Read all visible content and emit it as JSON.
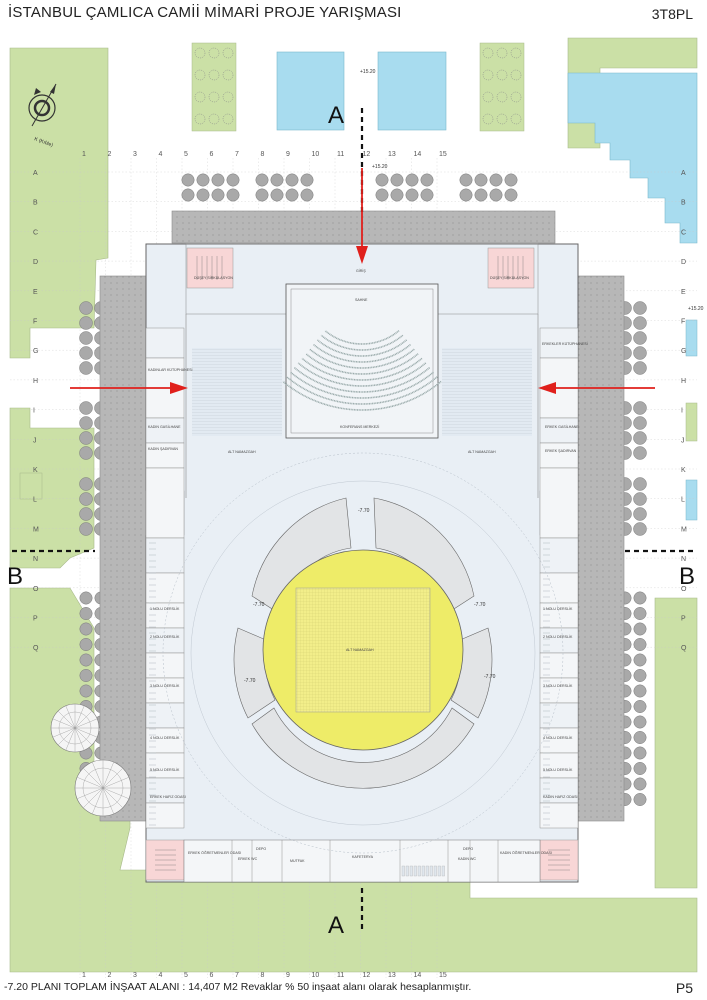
{
  "header": {
    "title": "İSTANBUL ÇAMLICA  CAMİİ MİMARİ PROJE YARIŞMASI",
    "code": "3T8PL"
  },
  "footer": {
    "note": "-7.20 PLANI TOPLAM İNŞAAT ALANI : 14,407 M2  Revaklar % 50 inşaat alanı olarak hesaplanmıştır.",
    "page": "P5"
  },
  "compass": {
    "label": "K (Kıble)"
  },
  "grid": {
    "columns": [
      "1",
      "2",
      "3",
      "4",
      "5",
      "6",
      "7",
      "8",
      "9",
      "10",
      "11",
      "12",
      "13",
      "14",
      "15"
    ],
    "rows": [
      "A",
      "B",
      "C",
      "D",
      "E",
      "F",
      "G",
      "H",
      "I",
      "J",
      "K",
      "L",
      "M",
      "N",
      "O",
      "P",
      "Q"
    ]
  },
  "sections": {
    "a": "A",
    "b": "B"
  },
  "elevations": {
    "top1": "+15.20",
    "top2": "+15.20",
    "right": "+15.20",
    "dome_top": "-7.70",
    "dome_left": "-7.70",
    "dome_right": "-7.70",
    "dome_bl": "-7.70",
    "dome_br": "-7.70"
  },
  "rooms": {
    "giris": "GİRİŞ",
    "sahne": "SAHNE",
    "konferans": "KONFERANS MERKEZİ",
    "alt_namazgah_l": "ALT NAMAZGAH",
    "alt_namazgah_r": "ALT NAMAZGAH",
    "alt_namazgah_c": "ALT NAMAZGAH",
    "dosey_l": "DÜŞEY SİRKÜLASYON",
    "dosey_r": "DÜŞEY SİRKÜLASYON",
    "kadin_kutup": "KADINLAR KÜTÜPHANESİ",
    "erkek_kutup": "ERKEKLER KÜTÜPHANESİ",
    "kadin_gasil": "KADIN GASİLHANE",
    "erkek_gasil": "ERKEK GASİLHANE",
    "kadin_sadirvan": "KADIN ŞADIRVAN",
    "erkek_sadirvan": "ERKEK ŞADIRVAN",
    "derslik_1l": "1 NOLU DERSLİK",
    "derslik_1r": "1 NOLU DERSLİK",
    "derslik_2l": "2 NOLU DERSLİK",
    "derslik_2r": "2 NOLU DERSLİK",
    "derslik_3l": "3 NOLU DERSLİK",
    "derslik_3r": "3 NOLU DERSLİK",
    "derslik_4l": "4 NOLU DERSLİK",
    "derslik_4r": "4 NOLU DERSLİK",
    "derslik_5l": "5 NOLU DERSLİK",
    "derslik_5r": "5 NOLU DERSLİK",
    "kadin_hafiz": "KADIN HAFIZ ODASI",
    "erkek_hafiz": "ERKEK HAFIZ ODASI",
    "erkek_ogretmen": "ERKEK ÖĞRETMENLER ODASI",
    "kadin_ogretmen": "KADIN ÖĞRETMENLER ODASI",
    "depo_l": "DEPO",
    "depo_r": "DEPO",
    "erkek_wc": "ERKEK WC",
    "kadin_wc": "KADIN WC",
    "mutfak": "MUTFAK",
    "kafeterya": "KAFETERYA"
  }
}
